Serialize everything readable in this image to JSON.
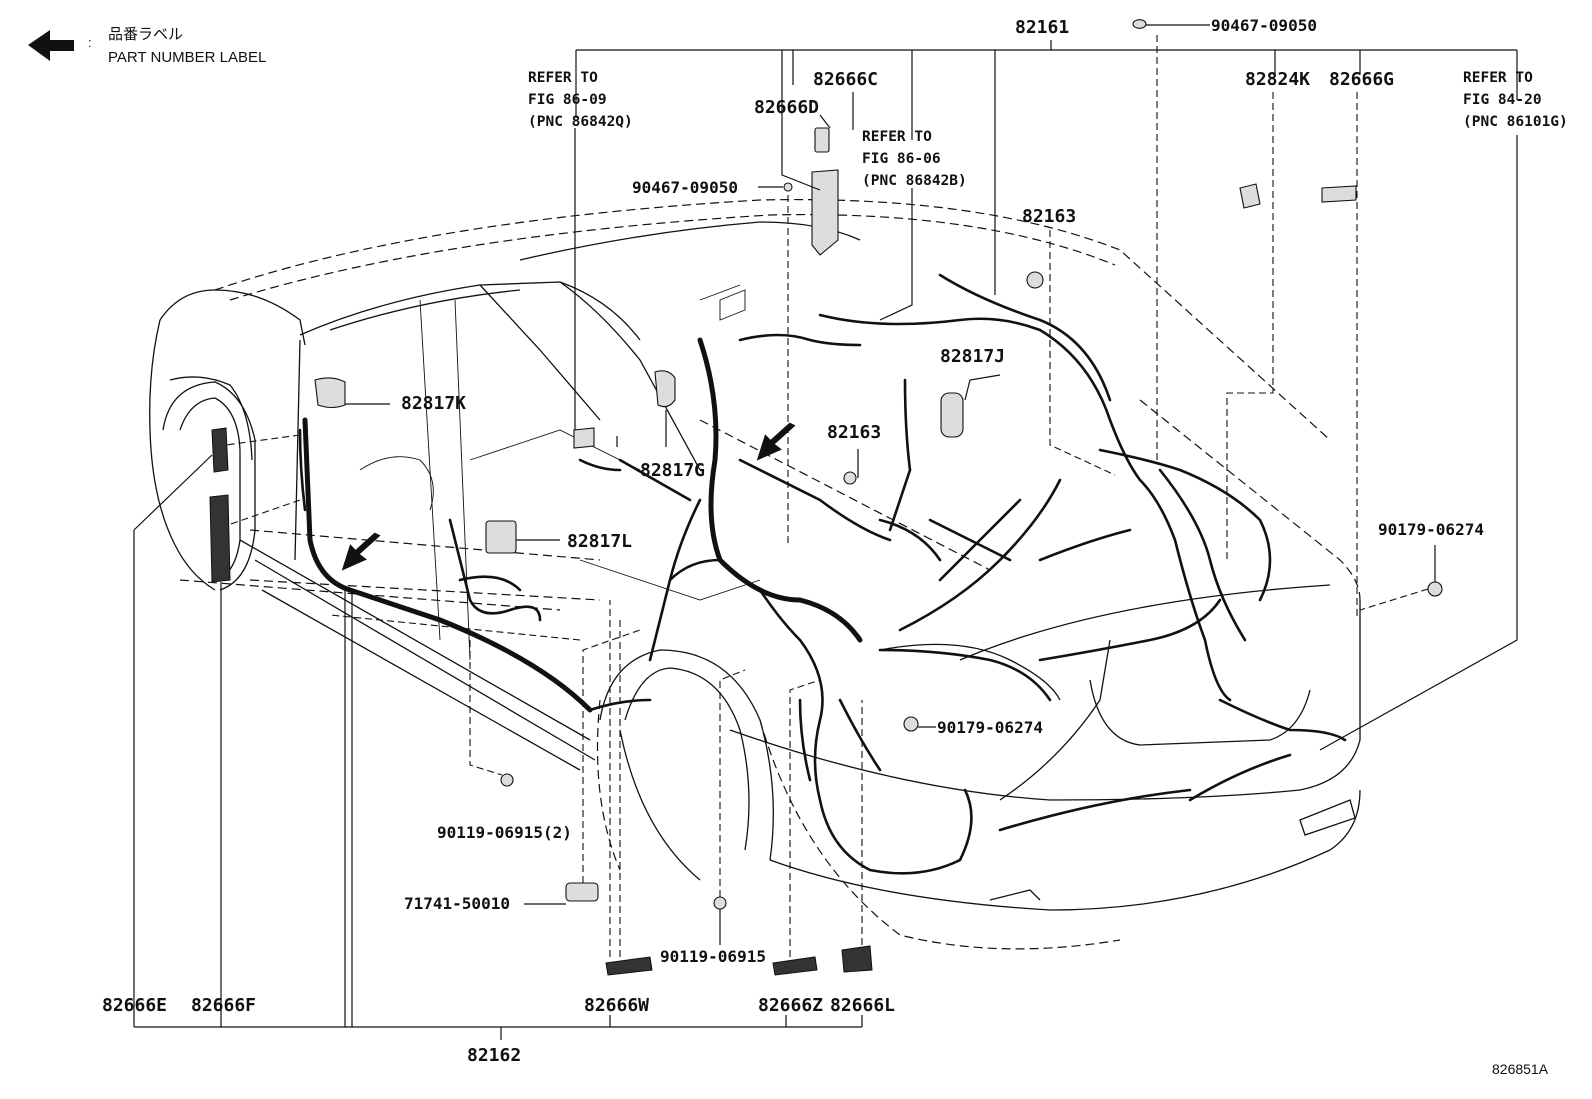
{
  "legend": {
    "label_jp": "品番ラベル",
    "label_en": "PART NUMBER LABEL",
    "colon": ":"
  },
  "labels": {
    "p82161": "82161",
    "p90467_top": "90467-09050",
    "p82666C": "82666C",
    "p82666D": "82666D",
    "p90467_left": "90467-09050",
    "p82824K": "82824K",
    "p82666G": "82666G",
    "p82163_top": "82163",
    "p82817J": "82817J",
    "p82817K": "82817K",
    "p82163_mid": "82163",
    "p82817G": "82817G",
    "p82817L": "82817L",
    "p90179_right": "90179-06274",
    "p90179_center": "90179-06274",
    "p90119_2": "90119-06915(2)",
    "p71741": "71741-50010",
    "p90119": "90119-06915",
    "p82666E": "82666E",
    "p82666F": "82666F",
    "p82666W": "82666W",
    "p82666Z": "82666Z",
    "p82666L": "82666L",
    "p82162": "82162"
  },
  "refs": {
    "left": {
      "l1": "REFER TO",
      "l2": "FIG 86-09",
      "l3": "(PNC 86842Q)"
    },
    "center": {
      "l1": "REFER TO",
      "l2": "FIG 86-06",
      "l3": "(PNC 86842B)"
    },
    "right": {
      "l1": "REFER TO",
      "l2": "FIG 84-20",
      "l3": "(PNC 86101G)"
    }
  },
  "figure_id": "826851A",
  "icons": {
    "arrow": "arrow-left-icon",
    "indicator_arrows": "arrow-down-left-icon"
  }
}
